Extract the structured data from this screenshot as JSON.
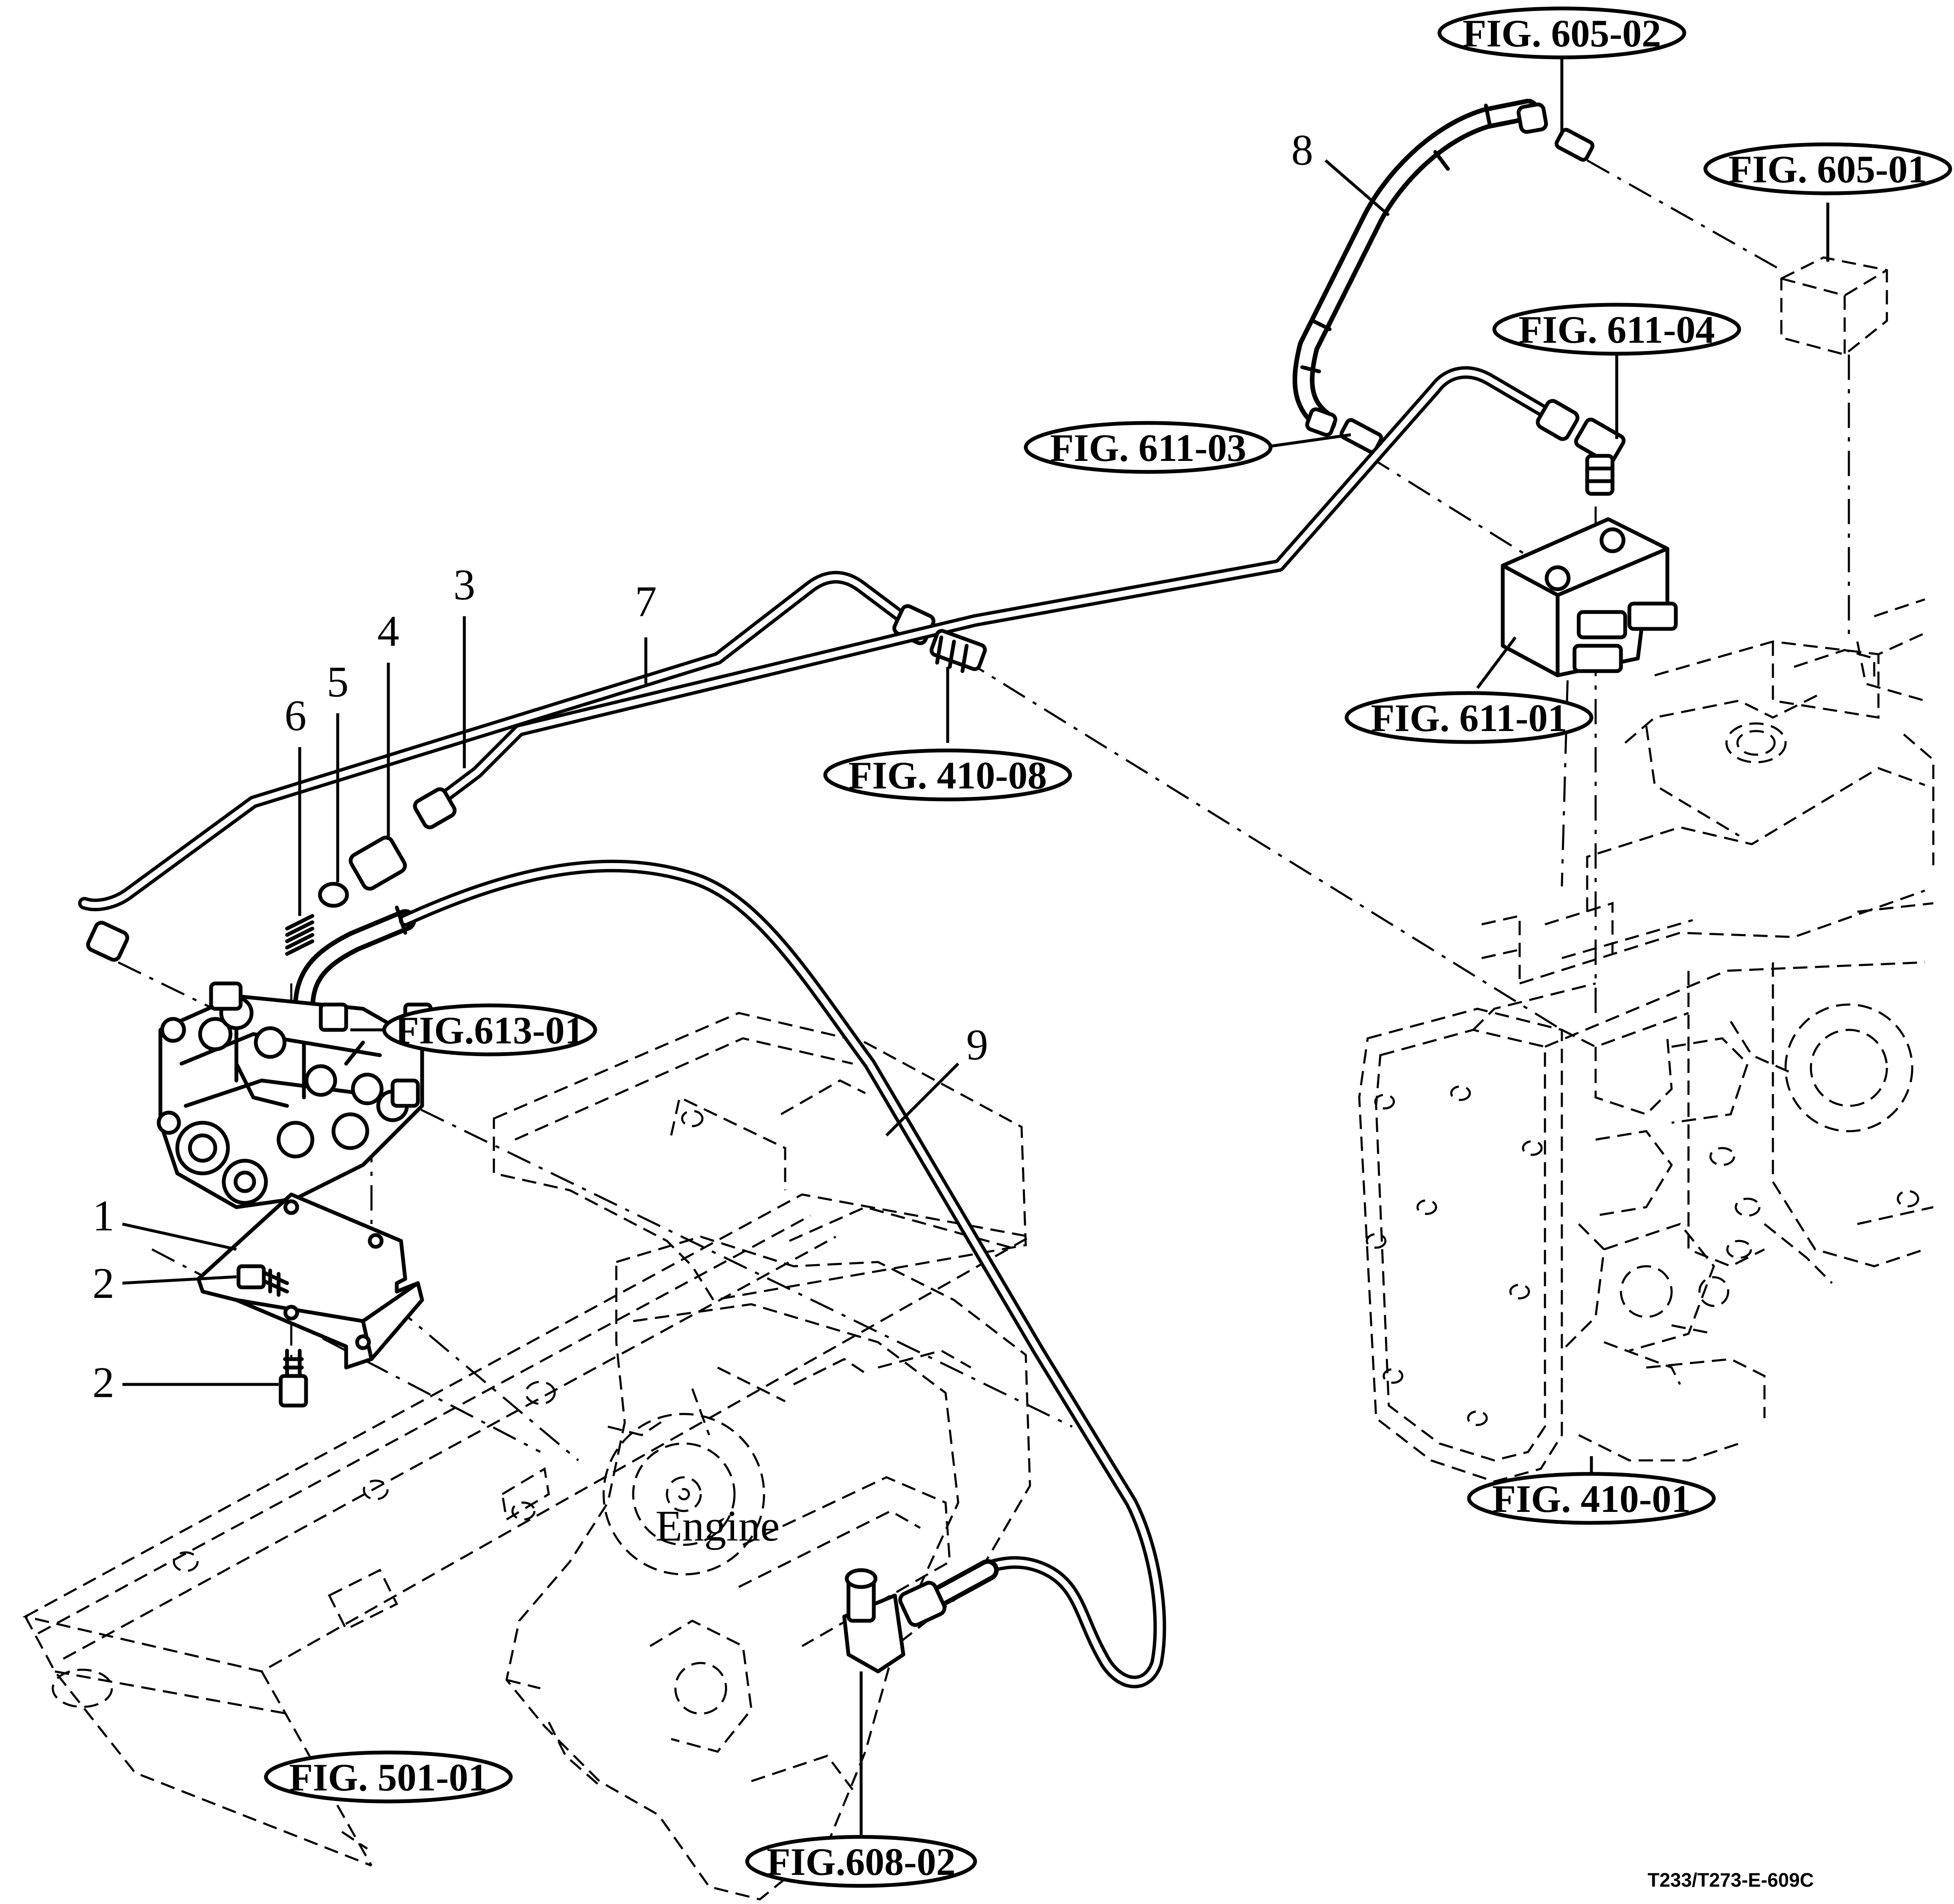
{
  "callouts": {
    "fig_605_02": "FIG. 605-02",
    "fig_605_01": "FIG. 605-01",
    "fig_611_04": "FIG. 611-04",
    "fig_611_03": "FIG. 611-03",
    "fig_611_01": "FIG. 611-01",
    "fig_410_08": "FIG. 410-08",
    "fig_613_01": "FIG.613-01",
    "fig_410_01": "FIG. 410-01",
    "fig_501_01": "FIG. 501-01",
    "fig_608_02": "FIG.608-02"
  },
  "part_numbers": {
    "p1": "1",
    "p2a": "2",
    "p2b": "2",
    "p3": "3",
    "p4": "4",
    "p5": "5",
    "p6": "6",
    "p7": "7",
    "p8": "8",
    "p9": "9"
  },
  "labels": {
    "engine": "Engine"
  },
  "drawing_code": "T233/T273-E-609C"
}
